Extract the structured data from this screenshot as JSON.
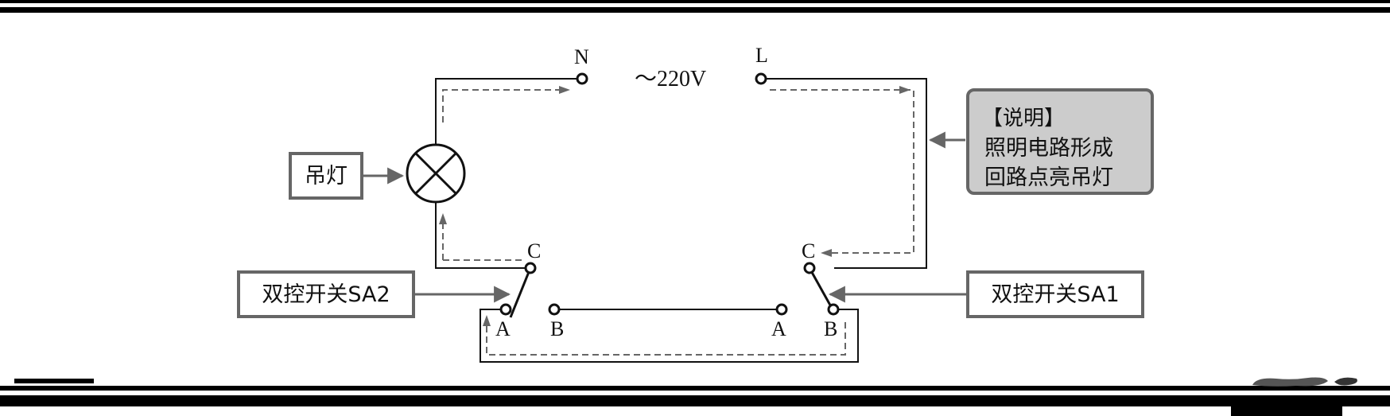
{
  "supply": {
    "n_label": "N",
    "l_label": "L",
    "voltage_label": "～220V"
  },
  "lamp": {
    "label": "吊灯"
  },
  "note": {
    "title": "【说明】",
    "line1": "照明电路形成",
    "line2": "回路点亮吊灯"
  },
  "switch_left": {
    "label": "双控开关SA2",
    "c_label": "C",
    "a_label": "A",
    "b_label": "B"
  },
  "switch_right": {
    "label": "双控开关SA1",
    "c_label": "C",
    "a_label": "A",
    "b_label": "B"
  },
  "colors": {
    "wire": "#111111",
    "flow_arrow": "#666666",
    "note_fill": "#cccccc",
    "box_border": "#666666"
  }
}
